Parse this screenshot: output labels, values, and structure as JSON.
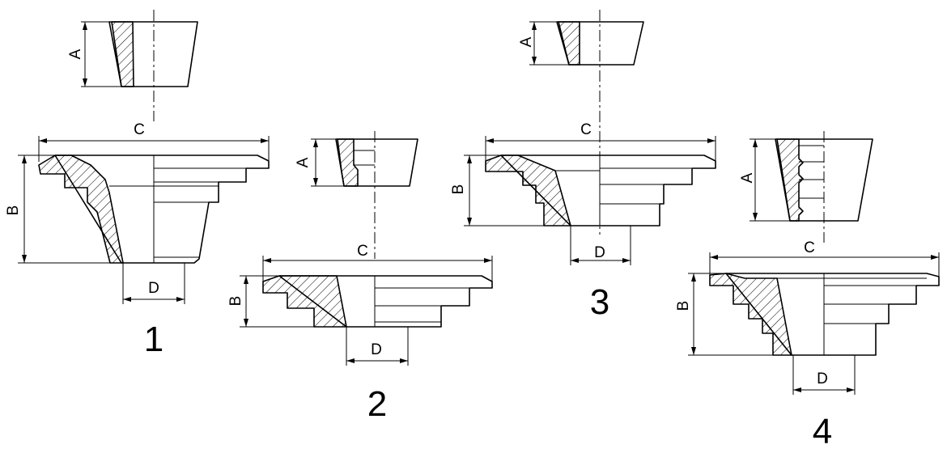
{
  "labels": {
    "a": "A",
    "b": "B",
    "c": "C",
    "d": "D"
  },
  "figures": [
    {
      "number": "1"
    },
    {
      "number": "2"
    },
    {
      "number": "3"
    },
    {
      "number": "4"
    }
  ]
}
